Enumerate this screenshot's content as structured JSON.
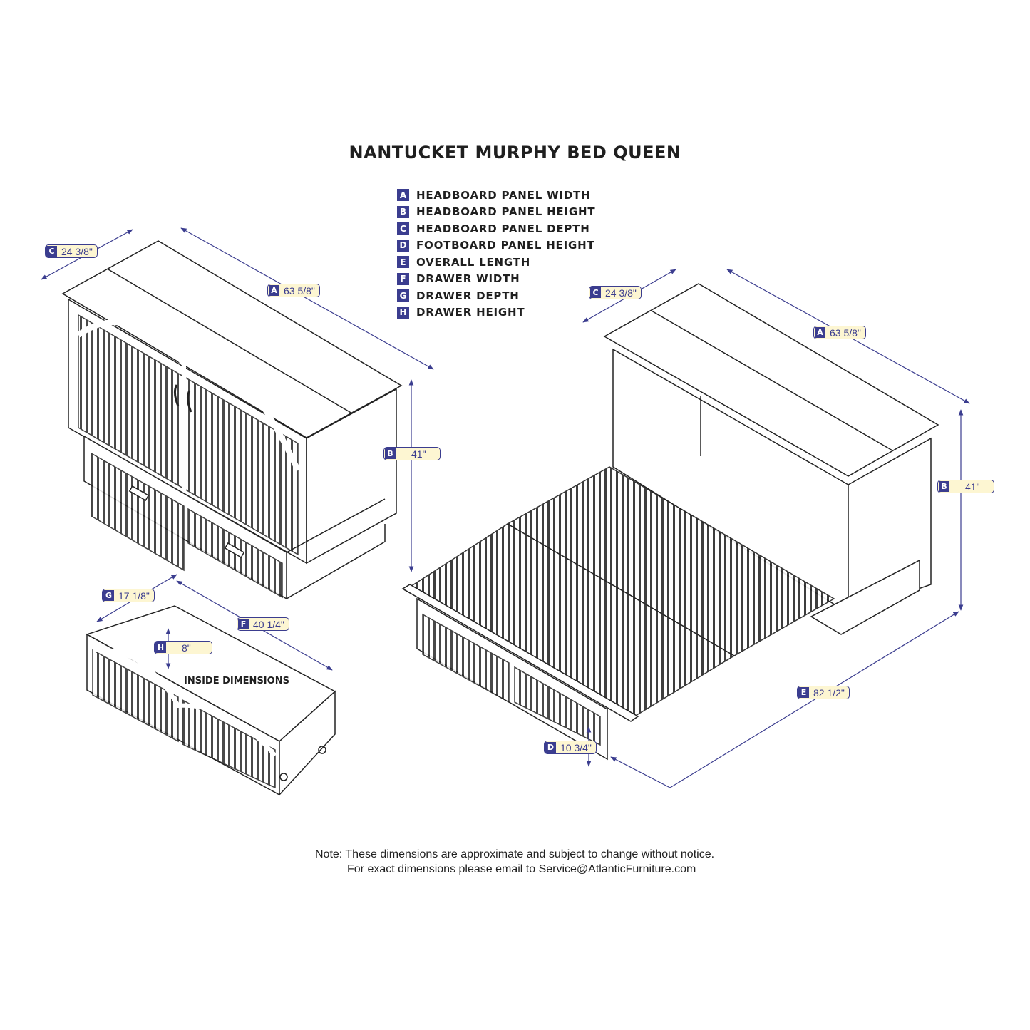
{
  "title": "NANTUCKET MURPHY BED QUEEN",
  "legend": [
    {
      "letter": "A",
      "label": "HEADBOARD PANEL WIDTH"
    },
    {
      "letter": "B",
      "label": "HEADBOARD PANEL HEIGHT"
    },
    {
      "letter": "C",
      "label": "HEADBOARD PANEL DEPTH"
    },
    {
      "letter": "D",
      "label": "FOOTBOARD PANEL HEIGHT"
    },
    {
      "letter": "E",
      "label": "OVERALL LENGTH"
    },
    {
      "letter": "F",
      "label": "DRAWER WIDTH"
    },
    {
      "letter": "G",
      "label": "DRAWER DEPTH"
    },
    {
      "letter": "H",
      "label": "DRAWER HEIGHT"
    }
  ],
  "dimensions": {
    "cabinet_closed": {
      "c": {
        "letter": "C",
        "value": "24 3/8\""
      },
      "a": {
        "letter": "A",
        "value": "63 5/8\""
      },
      "b": {
        "letter": "B",
        "value": "41\""
      }
    },
    "drawer": {
      "g": {
        "letter": "G",
        "value": "17 1/8\""
      },
      "f": {
        "letter": "F",
        "value": "40 1/4\""
      },
      "h": {
        "letter": "H",
        "value": "8\""
      },
      "caption": "INSIDE DIMENSIONS"
    },
    "bed_open": {
      "c": {
        "letter": "C",
        "value": "24 3/8\""
      },
      "a": {
        "letter": "A",
        "value": "63 5/8\""
      },
      "b": {
        "letter": "B",
        "value": "41\""
      },
      "e": {
        "letter": "E",
        "value": "82 1/2\""
      },
      "d": {
        "letter": "D",
        "value": "10 3/4\""
      }
    }
  },
  "note": {
    "line1": "Note:  These dimensions are approximate and subject to change without notice.",
    "line2": "For exact dimensions please email to Service@AtlanticFurniture.com"
  },
  "colors": {
    "accent": "#3b3d8f",
    "label_bg": "#fdf6d2",
    "line": "#222222"
  }
}
